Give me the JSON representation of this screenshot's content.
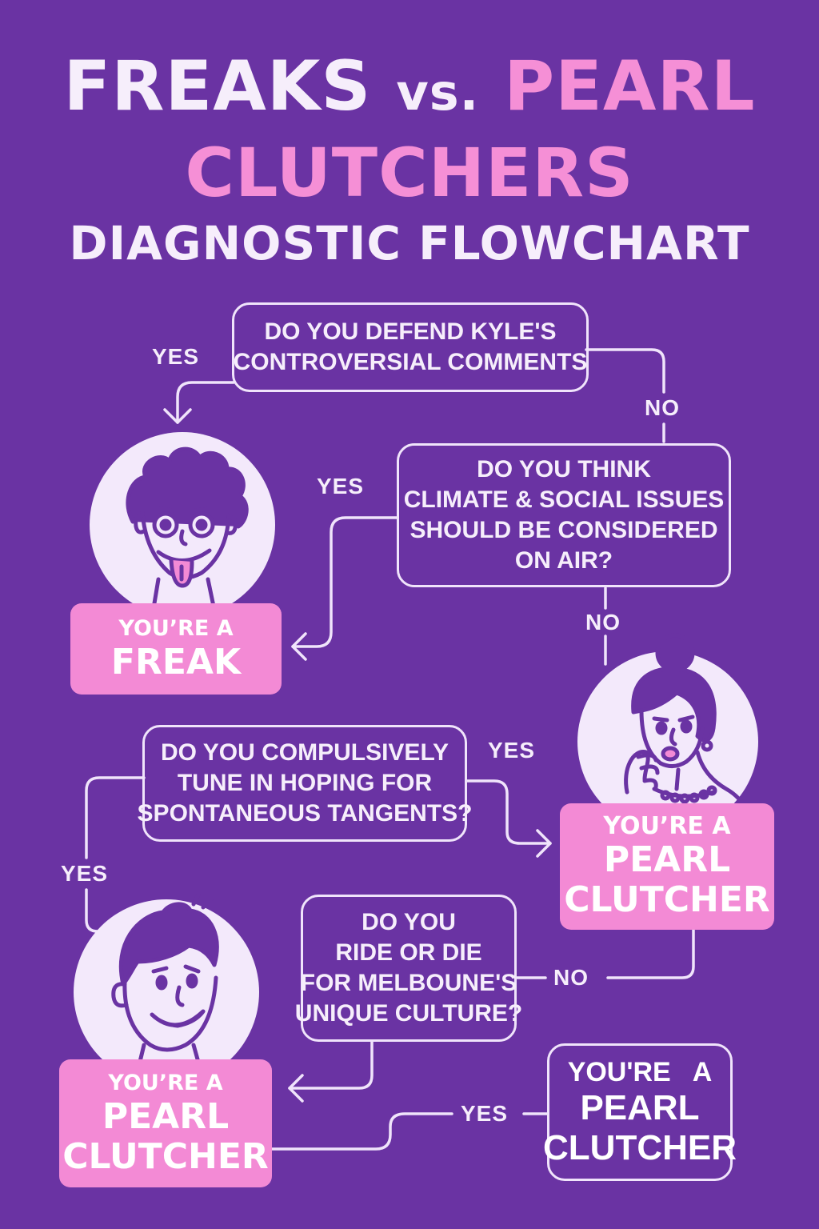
{
  "title": {
    "line1_a": "FREAKS",
    "line1_vs": "vs.",
    "line1_b": "PEARL",
    "line2": "CLUTCHERS",
    "line3": "DIAGNOSTIC FLOWCHART"
  },
  "questions": {
    "q1": [
      "DO YOU DEFEND KYLE'S",
      "CONTROVERSIAL COMMENTS"
    ],
    "q2": [
      "DO YOU THINK",
      "CLIMATE & SOCIAL ISSUES",
      "SHOULD BE CONSIDERED",
      "ON AIR?"
    ],
    "q3": [
      "DO YOU COMPULSIVELY",
      "TUNE IN HOPING   FOR",
      "SPONTANEOUS TANGENTS?"
    ],
    "q4": [
      "DO YOU",
      "RIDE OR DIE",
      "FOR MELBOUNE'S",
      "UNIQUE CULTURE?"
    ]
  },
  "results": {
    "freak": {
      "small": "YOU’RE A",
      "big": "FREAK"
    },
    "pearl_right": {
      "small": "YOU’RE A",
      "big1": "PEARL",
      "big2": "CLUTCHER"
    },
    "pearl_left": {
      "small": "YOU’RE A",
      "big1": "PEARL",
      "big2": "CLUTCHER"
    },
    "pearl_outline": {
      "small": "YOU'RE   A",
      "big1": "PEARL",
      "big2": "CLUTCHER"
    }
  },
  "labels": {
    "yes1": "YES",
    "no1": "NO",
    "yes2": "YES",
    "no2": "NO",
    "yes3": "YES",
    "yes4": "YES",
    "no4": "NO",
    "yes5": "YES"
  },
  "colors": {
    "background": "#6a33a3",
    "accent_pink": "#f58fd6",
    "text_light": "#f6eefb"
  },
  "icons": [
    "freak-face-icon",
    "pearl-clutcher-woman-icon",
    "nervous-man-icon"
  ]
}
